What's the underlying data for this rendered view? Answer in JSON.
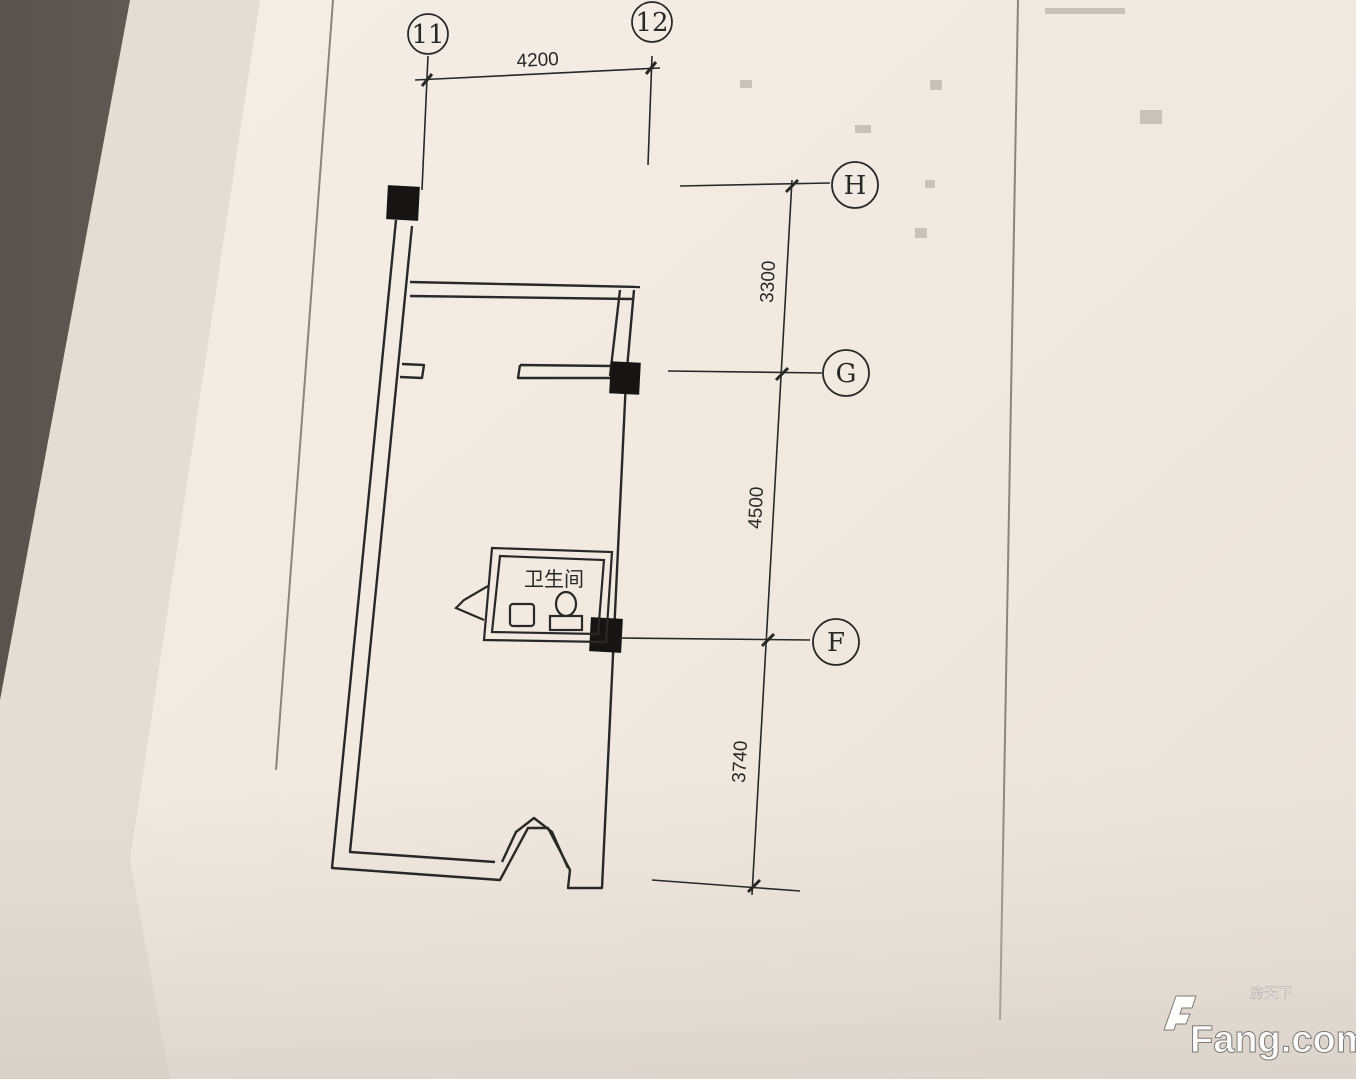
{
  "plan": {
    "grid_axes": {
      "vertical": [
        "11",
        "12"
      ],
      "horizontal": [
        "H",
        "G",
        "F"
      ]
    },
    "dimensions": {
      "width": "4200",
      "h_to_g": "3300",
      "g_to_f": "4500",
      "f_to_bottom": "3740"
    },
    "room_label": "卫生间"
  },
  "watermark": {
    "chinese": "房天下",
    "brand": "Fang.com"
  },
  "colors": {
    "paper": "#f1ebe3",
    "ink": "#2a2826",
    "wood": "#6b625c"
  }
}
